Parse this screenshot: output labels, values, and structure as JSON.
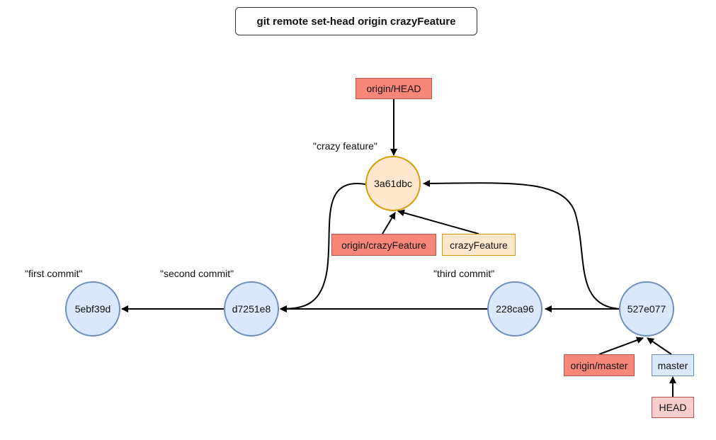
{
  "title": "git remote set-head origin crazyFeature",
  "commits": [
    {
      "id": "5ebf39d",
      "message": "\"first commit\"",
      "color": "#dae8fc"
    },
    {
      "id": "d7251e8",
      "message": "\"second commit\"",
      "color": "#dae8fc"
    },
    {
      "id": "3a61dbc",
      "message": "\"crazy feature\"",
      "color": "#ffe6cc"
    },
    {
      "id": "228ca96",
      "message": "\"third commit\"",
      "color": "#dae8fc"
    },
    {
      "id": "527e077",
      "message": "",
      "color": "#dae8fc"
    }
  ],
  "refs": {
    "origin_head": "origin/HEAD",
    "origin_crazy_feature": "origin/crazyFeature",
    "crazy_feature": "crazyFeature",
    "origin_master": "origin/master",
    "master": "master",
    "head": "HEAD"
  },
  "colors": {
    "remote_ref": "#f8877a",
    "local_feature_ref": "#ffe6cc",
    "local_master_ref": "#dae8fc",
    "head_ref": "#f8cecc"
  }
}
